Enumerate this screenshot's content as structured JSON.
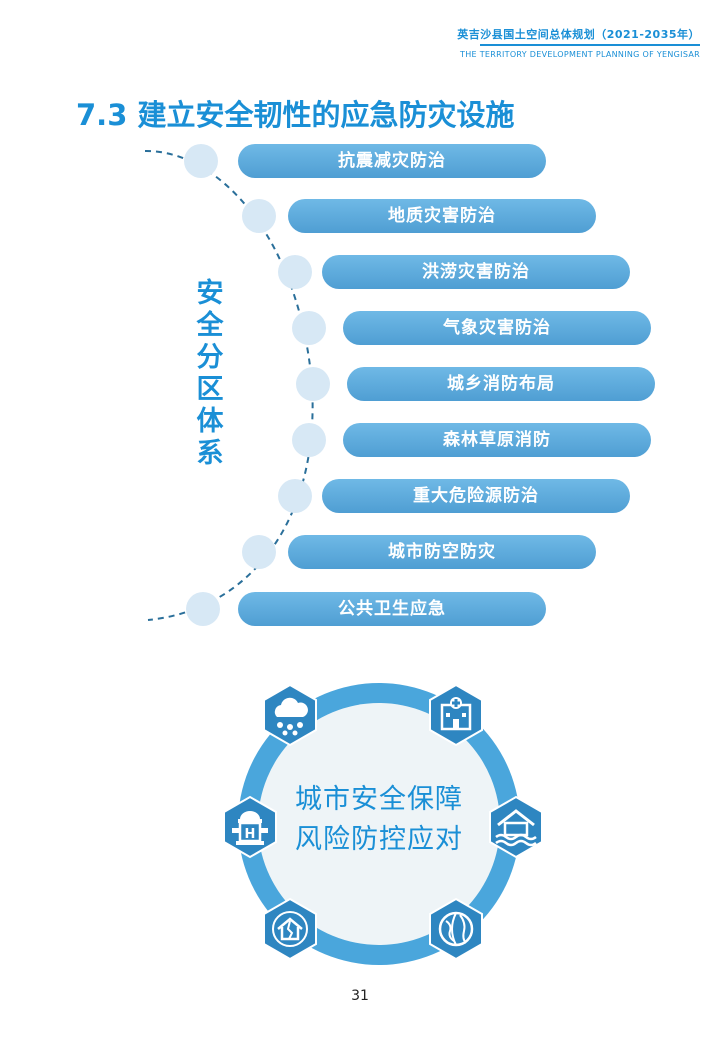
{
  "header": {
    "cn": "英吉沙县国土空间总体规划（2021-2035年）",
    "en": "THE TERRITORY DEVELOPMENT PLANNING OF YENGISAR"
  },
  "title": "7.3 建立安全韧性的应急防灾设施",
  "vertical_label": [
    "安",
    "全",
    "分",
    "区",
    "体",
    "系"
  ],
  "items": [
    {
      "label": "抗震减灾防治"
    },
    {
      "label": "地质灾害防治"
    },
    {
      "label": "洪涝灾害防治"
    },
    {
      "label": "气象灾害防治"
    },
    {
      "label": "城乡消防布局"
    },
    {
      "label": "森林草原消防"
    },
    {
      "label": "重大危险源防治"
    },
    {
      "label": "城市防空防灾"
    },
    {
      "label": "公共卫生应急"
    }
  ],
  "center_text": [
    "城市安全保障",
    "风险防控应对"
  ],
  "icons": [
    "snow-cloud-icon",
    "hospital-icon",
    "flood-house-icon",
    "earth-globe-icon",
    "earthquake-house-icon",
    "hydrant-icon"
  ],
  "colors": {
    "accent": "#1a8fd6",
    "pill": "#5aa8da",
    "dot": "#d7e8f5",
    "hex": "#2e86c1",
    "ring": "#4aa6dc"
  },
  "page_number": "31"
}
